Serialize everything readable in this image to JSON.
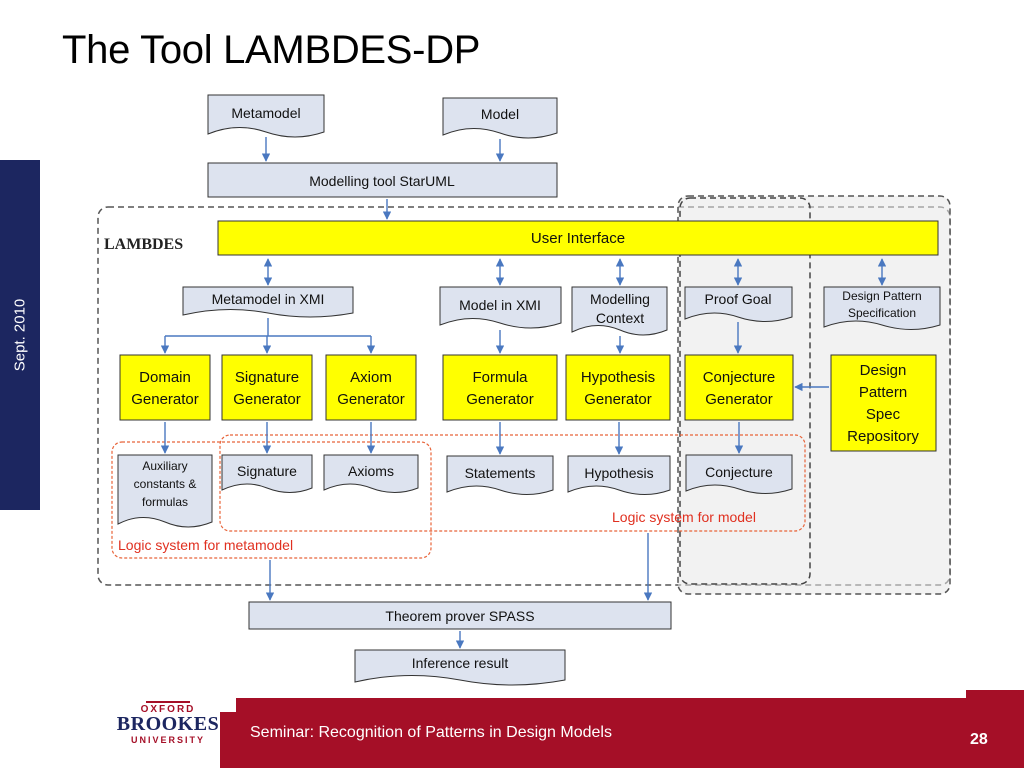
{
  "slide": {
    "title": "The Tool LAMBDES-DP",
    "side_label": "Sept. 2010",
    "footer_text": "Seminar: Recognition of Patterns in Design Models",
    "page_number": "28"
  },
  "logo": {
    "line1": "OXFORD",
    "line2": "BROOKES",
    "line3": "UNIVERSITY"
  },
  "diagram": {
    "system_label": "LAMBDES",
    "inputs": {
      "metamodel": "Metamodel",
      "model": "Model"
    },
    "modelling_tool": "Modelling tool StarUML",
    "user_interface": "User Interface",
    "documents": {
      "metamodel_xmi": "Metamodel in XMI",
      "model_xmi": "Model in XMI",
      "modelling_context": [
        "Modelling",
        "Context"
      ],
      "proof_goal": "Proof Goal",
      "dp_spec": [
        "Design Pattern",
        "Specification"
      ]
    },
    "generators": {
      "domain": [
        "Domain",
        "Generator"
      ],
      "signature": [
        "Signature",
        "Generator"
      ],
      "axiom": [
        "Axiom",
        "Generator"
      ],
      "formula": [
        "Formula",
        "Generator"
      ],
      "hypothesis": [
        "Hypothesis",
        "Generator"
      ],
      "conjecture": [
        "Conjecture",
        "Generator"
      ],
      "repository": [
        "Design",
        "Pattern",
        "Spec",
        "Repository"
      ]
    },
    "outputs": {
      "auxiliary": [
        "Auxiliary",
        "constants &",
        "formulas"
      ],
      "signature": "Signature",
      "axioms": "Axioms",
      "statements": "Statements",
      "hypothesis": "Hypothesis",
      "conjecture": "Conjecture"
    },
    "logic_model_label": "Logic system for model",
    "logic_metamodel_label": "Logic system for metamodel",
    "theorem_prover": "Theorem prover SPASS",
    "inference_result": "Inference result"
  },
  "colors": {
    "navy": "#1c2660",
    "maroon": "#a50f27",
    "yellow": "#ffff00",
    "box_fill": "#dde3ef",
    "arrow": "#4a78c0",
    "logic_border": "#e8643a"
  }
}
